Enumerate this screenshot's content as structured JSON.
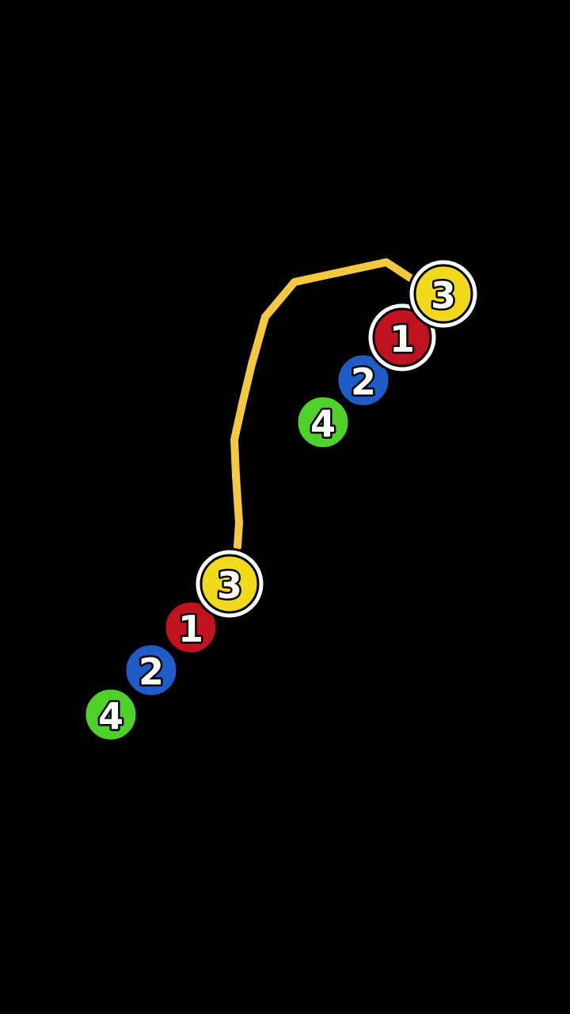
{
  "colors": {
    "background": "#000000",
    "path": "#f5c842",
    "ring": "#ffffff",
    "outline": "#000000",
    "ball_1": "#c1121f",
    "ball_2": "#1f5cc8",
    "ball_3": "#f2d91c",
    "ball_4": "#4fd12a"
  },
  "groups": [
    {
      "balls": [
        {
          "label": "3",
          "color_key": "ball_3",
          "highlighted": true
        },
        {
          "label": "1",
          "color_key": "ball_1",
          "highlighted": true
        },
        {
          "label": "2",
          "color_key": "ball_2",
          "highlighted": false
        },
        {
          "label": "4",
          "color_key": "ball_4",
          "highlighted": false
        }
      ]
    },
    {
      "balls": [
        {
          "label": "3",
          "color_key": "ball_3",
          "highlighted": true
        },
        {
          "label": "1",
          "color_key": "ball_1",
          "highlighted": false
        },
        {
          "label": "2",
          "color_key": "ball_2",
          "highlighted": false
        },
        {
          "label": "4",
          "color_key": "ball_4",
          "highlighted": false
        }
      ]
    }
  ]
}
